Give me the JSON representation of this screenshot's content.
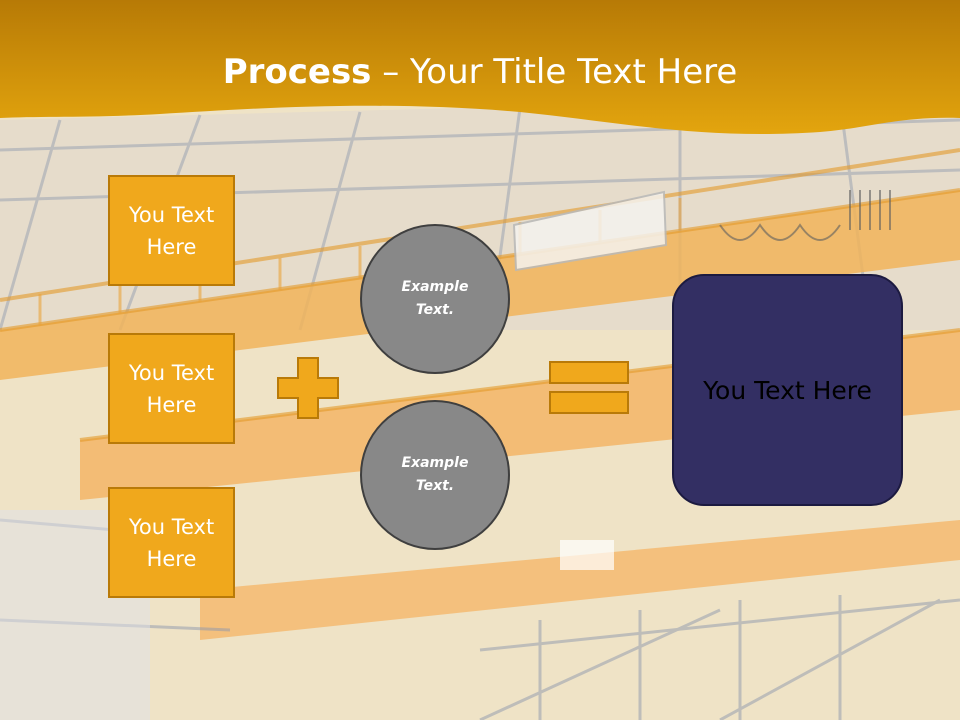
{
  "slide": {
    "title_bold": "Process",
    "title_rest": " – Your Title Text Here",
    "input_boxes": [
      {
        "text": "You Text\nHere"
      },
      {
        "text": "You Text\nHere"
      },
      {
        "text": "You Text\nHere"
      }
    ],
    "circles": [
      {
        "text": "Example\nText."
      },
      {
        "text": "Example\nText."
      }
    ],
    "result_text": "You Text Here",
    "colors": {
      "header_gold": "#e2a008",
      "box_orange": "#f0a81c",
      "circle_gray": "#888888",
      "result_navy": "#332f63"
    },
    "background_image": "warehouse-crane-photo"
  }
}
